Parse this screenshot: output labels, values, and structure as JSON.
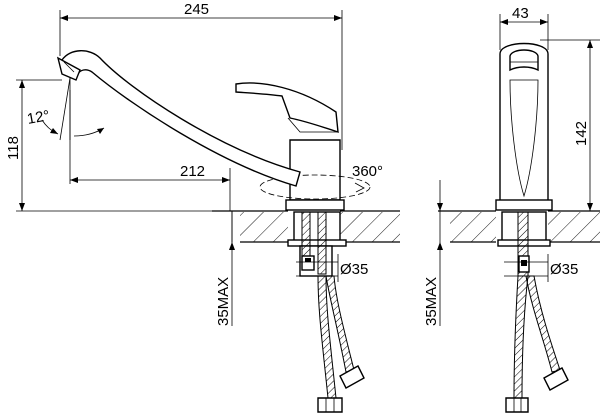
{
  "dimensions": {
    "overall_length": "245",
    "spout_reach": "212",
    "height_front": "118",
    "height_side": "142",
    "width_side": "43",
    "swivel_angle": "360°",
    "tilt_angle": "12°",
    "hole_diameter_front": "Ø35",
    "hole_diameter_side": "Ø35",
    "max_deck_front": "35MAX",
    "max_deck_side": "35MAX"
  }
}
